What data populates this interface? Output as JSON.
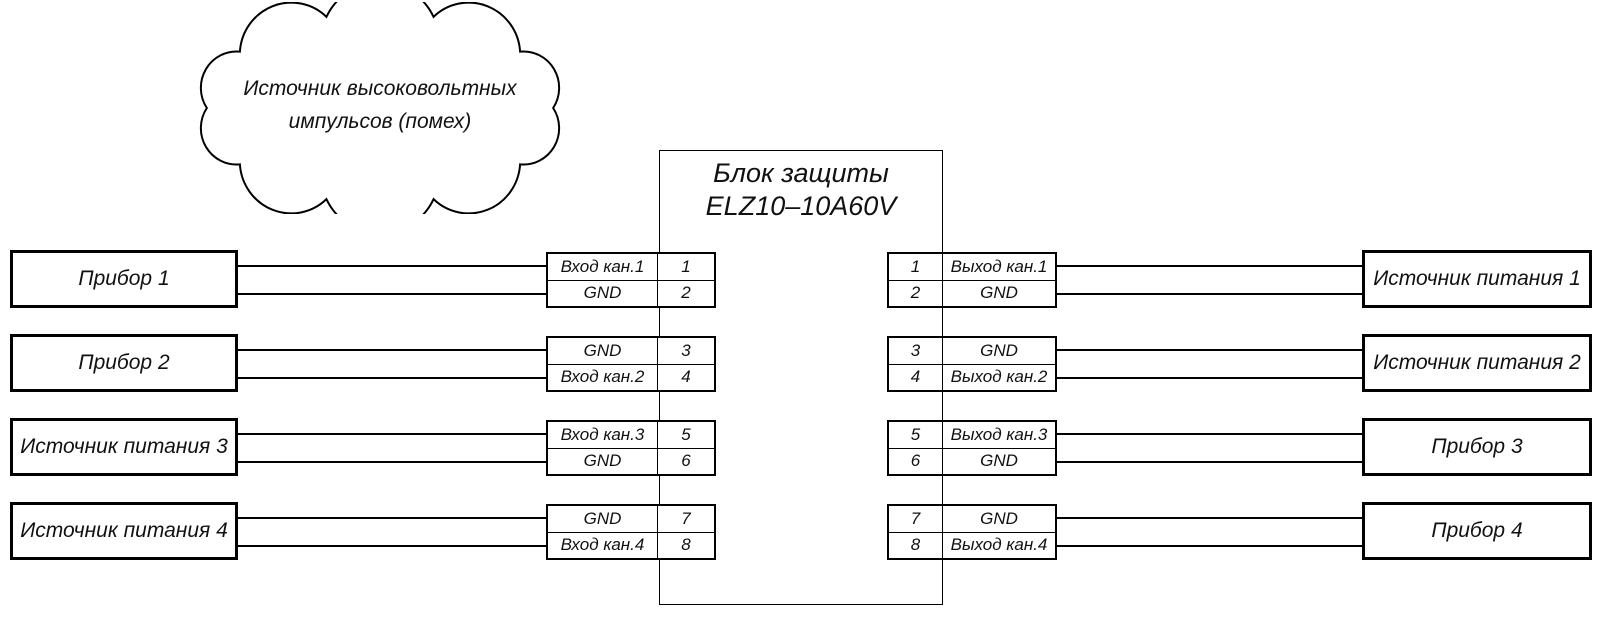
{
  "cloud": {
    "line1": "Источник высоковольтных",
    "line2": "импульсов (помех)"
  },
  "block": {
    "title_line1": "Блок защиты",
    "title_line2": "ELZ10–10A60V"
  },
  "left_devices": [
    "Прибор 1",
    "Прибор 2",
    "Источник питания 3",
    "Источник питания 4"
  ],
  "right_devices": [
    "Источник питания 1",
    "Источник питания 2",
    "Прибор 3",
    "Прибор 4"
  ],
  "left_pins": [
    {
      "rows": [
        {
          "label": "Вход кан.1",
          "pin": "1"
        },
        {
          "label": "GND",
          "pin": "2"
        }
      ]
    },
    {
      "rows": [
        {
          "label": "GND",
          "pin": "3"
        },
        {
          "label": "Вход кан.2",
          "pin": "4"
        }
      ]
    },
    {
      "rows": [
        {
          "label": "Вход кан.3",
          "pin": "5"
        },
        {
          "label": "GND",
          "pin": "6"
        }
      ]
    },
    {
      "rows": [
        {
          "label": "GND",
          "pin": "7"
        },
        {
          "label": "Вход кан.4",
          "pin": "8"
        }
      ]
    }
  ],
  "right_pins": [
    {
      "rows": [
        {
          "pin": "1",
          "label": "Выход кан.1"
        },
        {
          "pin": "2",
          "label": "GND"
        }
      ]
    },
    {
      "rows": [
        {
          "pin": "3",
          "label": "GND"
        },
        {
          "pin": "4",
          "label": "Выход кан.2"
        }
      ]
    },
    {
      "rows": [
        {
          "pin": "5",
          "label": "Выход кан.3"
        },
        {
          "pin": "6",
          "label": "GND"
        }
      ]
    },
    {
      "rows": [
        {
          "pin": "7",
          "label": "GND"
        },
        {
          "pin": "8",
          "label": "Выход кан.4"
        }
      ]
    }
  ],
  "colors": {
    "line": "#000000",
    "background": "#ffffff"
  }
}
